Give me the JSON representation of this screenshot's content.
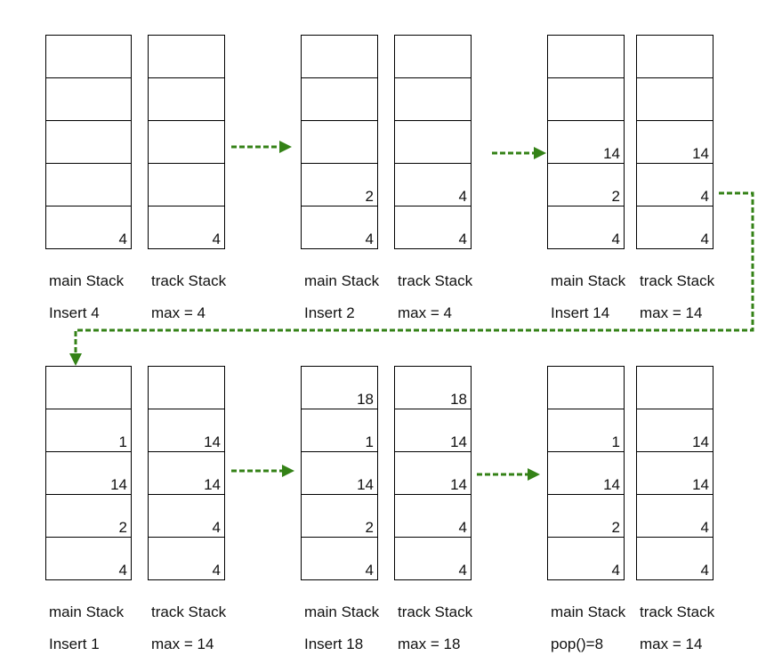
{
  "colors": {
    "arrow": "#348217",
    "border": "#000000",
    "text": "#111111"
  },
  "groups": [
    {
      "main": {
        "label": "main Stack",
        "caption": "Insert 4",
        "cells": [
          "",
          "",
          "",
          "",
          "4"
        ]
      },
      "track": {
        "label": "track Stack",
        "caption": "max = 4",
        "cells": [
          "",
          "",
          "",
          "",
          "4"
        ]
      }
    },
    {
      "main": {
        "label": "main Stack",
        "caption": "Insert 2",
        "cells": [
          "",
          "",
          "",
          "2",
          "4"
        ]
      },
      "track": {
        "label": "track Stack",
        "caption": "max = 4",
        "cells": [
          "",
          "",
          "",
          "4",
          "4"
        ]
      }
    },
    {
      "main": {
        "label": "main Stack",
        "caption": "Insert 14",
        "cells": [
          "",
          "",
          "14",
          "2",
          "4"
        ]
      },
      "track": {
        "label": "track Stack",
        "caption": "max = 14",
        "cells": [
          "",
          "",
          "14",
          "4",
          "4"
        ]
      }
    },
    {
      "main": {
        "label": "main Stack",
        "caption": "Insert 1",
        "cells": [
          "",
          "1",
          "14",
          "2",
          "4"
        ]
      },
      "track": {
        "label": "track Stack",
        "caption": "max = 14",
        "cells": [
          "",
          "14",
          "14",
          "4",
          "4"
        ]
      }
    },
    {
      "main": {
        "label": "main Stack",
        "caption": "Insert 18",
        "cells": [
          "18",
          "1",
          "14",
          "2",
          "4"
        ]
      },
      "track": {
        "label": "track Stack",
        "caption": "max = 18",
        "cells": [
          "18",
          "14",
          "14",
          "4",
          "4"
        ]
      }
    },
    {
      "main": {
        "label": "main Stack",
        "caption": "pop()=8",
        "cells": [
          "",
          "1",
          "14",
          "2",
          "4"
        ]
      },
      "track": {
        "label": "track Stack",
        "caption": "max = 14",
        "cells": [
          "",
          "14",
          "14",
          "4",
          "4"
        ]
      }
    }
  ]
}
